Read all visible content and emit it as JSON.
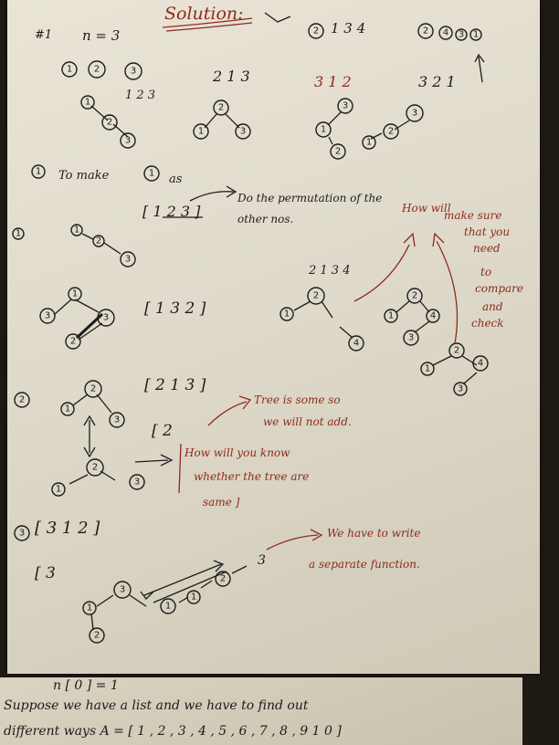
{
  "header": {
    "title": "Solution:",
    "problem_no": "#1",
    "n_eq": "n = 3",
    "perm_top": "1 3 4",
    "perm_213": "2 1 3",
    "perm_312": "3 1 2",
    "perm_321": "3 2 1",
    "perm_123": "1 2 3"
  },
  "section1": {
    "intro": "To make",
    "intro_tail": "as",
    "list": "[ 1 2 3 ]",
    "note": "Do the permutation of the other nos.",
    "list_132": "[ 1 3 2 ]",
    "perm_2134": "2  1 3 4",
    "red_note": [
      "How will",
      "make sure",
      "that you",
      "need",
      "to",
      "compare",
      "and",
      "check"
    ]
  },
  "section2": {
    "list_213": "[ 2 1 3 ]",
    "bracket_2": "[ 2",
    "tree_same_note": [
      "Tree is some so",
      "we will not add."
    ],
    "know_note": [
      "How will you know",
      "whether the tree are",
      "same ]"
    ]
  },
  "section3": {
    "list_312": "[ 3 1 2 ]",
    "bracket_3": "[ 3",
    "sep_note": [
      "We have to write",
      "a separate function."
    ]
  },
  "bottom": {
    "n0": "n [ 0 ] = 1",
    "line1": "Suppose  we  have  a list  and  we  have  to  find  out",
    "line2": "different ways  A = [ 1 , 2 , 3 , 4 , 5 , 6 , 7 , 8 , 9 1 0 ]"
  },
  "colors": {
    "ink": "#1c1c1c",
    "red_ink": "#8e2b1c",
    "paper": "#e4dfd1"
  }
}
